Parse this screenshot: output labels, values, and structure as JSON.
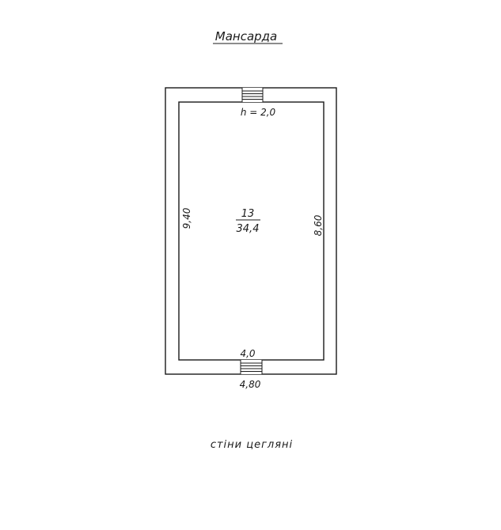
{
  "title": "Мансарда",
  "room": {
    "number": "13",
    "area": "34,4"
  },
  "dimensions": {
    "height_note": "h = 2,0",
    "left_wall": "9,40",
    "right_wall": "8,60",
    "inner_bottom": "4,0",
    "outer_bottom": "4,80"
  },
  "note": "стіни цегляні",
  "colors": {
    "line": "#1a1a1a",
    "background": "#ffffff"
  }
}
